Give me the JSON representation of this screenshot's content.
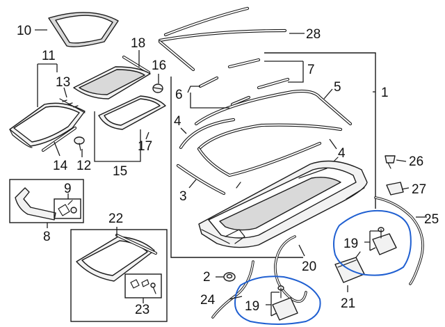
{
  "diagram": {
    "callouts": {
      "c1": "1",
      "c2": "2",
      "c3": "3",
      "c4a": "4",
      "c4b": "4",
      "c5": "5",
      "c6": "6",
      "c7": "7",
      "c8": "8",
      "c9": "9",
      "c10": "10",
      "c11": "11",
      "c12": "12",
      "c13": "13",
      "c14": "14",
      "c15": "15",
      "c16": "16",
      "c17": "17",
      "c18": "18",
      "c19a": "19",
      "c19b": "19",
      "c20": "20",
      "c21": "21",
      "c22": "22",
      "c23": "23",
      "c24": "24",
      "c25": "25",
      "c26": "26",
      "c27": "27",
      "c28": "28"
    },
    "highlight_color": "#1f5fd1",
    "line_color": "#1a1a1a"
  }
}
